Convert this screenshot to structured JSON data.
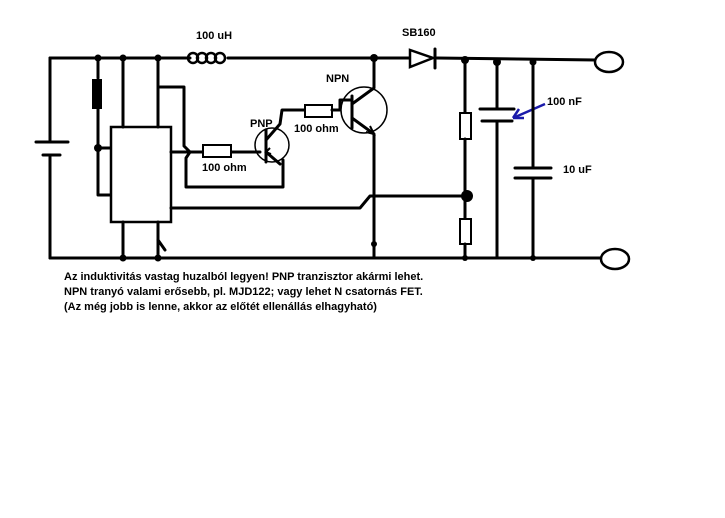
{
  "labels": {
    "inductor": "100 uH",
    "diode": "SB160",
    "npn": "NPN",
    "pnp": "PNP",
    "r_npn_base": "100 ohm",
    "r_pnp_base": "100 ohm",
    "cap_small": "100 nF",
    "cap_large": "10 uF"
  },
  "notes": [
    "Az induktivitás vastag huzalból legyen! PNP tranzisztor akármi lehet.",
    " NPN tranyó valami erősebb, pl. MJD122; vagy lehet N csatornás FET.",
    "(Az még jobb is lenne, akkor az előtét ellenállás elhagyható)"
  ],
  "colors": {
    "line": "#000000",
    "arrow": "#1a1aaa",
    "background": "#ffffff"
  }
}
